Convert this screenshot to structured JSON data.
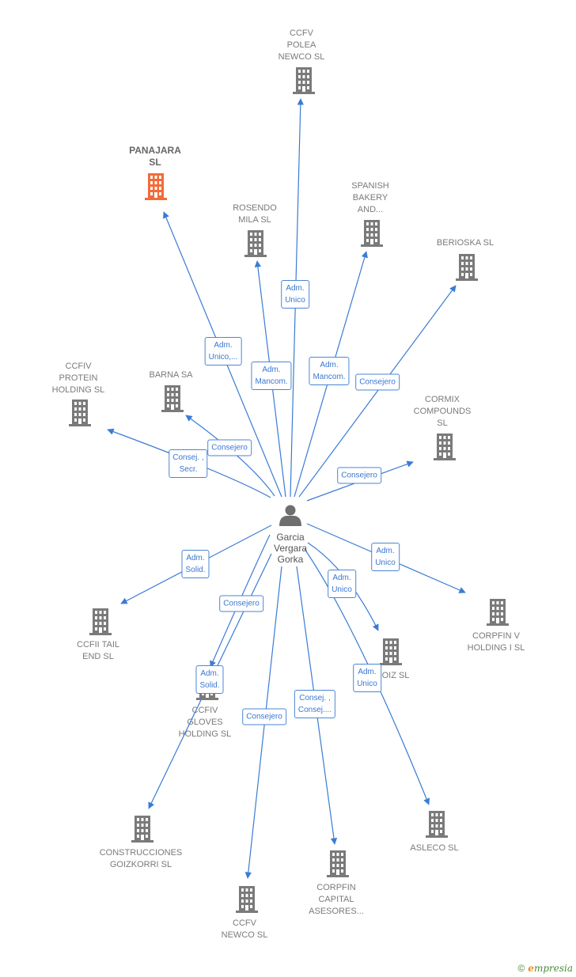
{
  "colors": {
    "edge": "#3a7bd5",
    "building": "#7a7a7a",
    "focus_building": "#f26b3a",
    "person": "#6e6e6e",
    "brand_green": "#4a8b38",
    "brand_orange": "#f08a1c"
  },
  "center": {
    "label": "Garcia\nVergara\nGorka",
    "icon": "person-icon"
  },
  "nodes": [
    {
      "id": "ccfv-polea",
      "label": "CCFV\nPOLEA\nNEWCO  SL",
      "focus": false
    },
    {
      "id": "panajara",
      "label": "PANAJARA\nSL",
      "focus": true
    },
    {
      "id": "rosendo",
      "label": "ROSENDO\nMILA SL",
      "focus": false
    },
    {
      "id": "spanish-bakery",
      "label": "SPANISH\nBAKERY\nAND...",
      "focus": false
    },
    {
      "id": "berioska",
      "label": "BERIOSKA SL",
      "focus": false
    },
    {
      "id": "ccfiv-protein",
      "label": "CCFIV\nPROTEIN\nHOLDING  SL",
      "focus": false
    },
    {
      "id": "barna",
      "label": "BARNA SA",
      "focus": false
    },
    {
      "id": "cormix",
      "label": "CORMIX\nCOMPOUNDS\nSL",
      "focus": false
    },
    {
      "id": "ccfii-tail",
      "label": "CCFII TAIL\nEND  SL",
      "focus": false
    },
    {
      "id": "corpfin-v",
      "label": "CORPFIN V\nHOLDING I  SL",
      "focus": false
    },
    {
      "id": "oiz",
      "label": "OIZ SL",
      "focus": false
    },
    {
      "id": "ccfiv-gloves",
      "label": "CCFIV\nGLOVES\nHOLDING  SL",
      "focus": false
    },
    {
      "id": "construcciones",
      "label": "CONSTRUCCIONES\nGOIZKORRI SL",
      "focus": false
    },
    {
      "id": "ccfv-newco",
      "label": "CCFV\nNEWCO  SL",
      "focus": false
    },
    {
      "id": "corpfin-capital",
      "label": "CORPFIN\nCAPITAL\nASESORES...",
      "focus": false
    },
    {
      "id": "asleco",
      "label": "ASLECO SL",
      "focus": false
    }
  ],
  "relations": [
    {
      "target": "ccfv-polea",
      "label": "Adm.\nUnico"
    },
    {
      "target": "panajara",
      "label": "Adm.\nUnico,..."
    },
    {
      "target": "rosendo",
      "label": "Adm.\nMancom."
    },
    {
      "target": "spanish-bakery",
      "label": "Adm.\nMancom."
    },
    {
      "target": "berioska",
      "label": "Consejero"
    },
    {
      "target": "ccfiv-protein",
      "label": "Consej. ,\nSecr."
    },
    {
      "target": "barna",
      "label": "Consejero"
    },
    {
      "target": "cormix",
      "label": "Consejero"
    },
    {
      "target": "ccfii-tail",
      "label": "Adm.\nSolid."
    },
    {
      "target": "corpfin-v",
      "label": "Adm.\nUnico"
    },
    {
      "target": "oiz",
      "label": "Adm.\nUnico"
    },
    {
      "target": "ccfiv-gloves",
      "label": "Consejero"
    },
    {
      "target": "construcciones",
      "label": "Adm.\nSolid."
    },
    {
      "target": "ccfv-newco",
      "label": "Consejero"
    },
    {
      "target": "corpfin-capital",
      "label": "Consej. ,\nConsej...."
    },
    {
      "target": "asleco",
      "label": "Adm.\nUnico"
    }
  ],
  "footer": {
    "copyright": "©",
    "brand_initial": "e",
    "brand_rest": "mpresia"
  }
}
